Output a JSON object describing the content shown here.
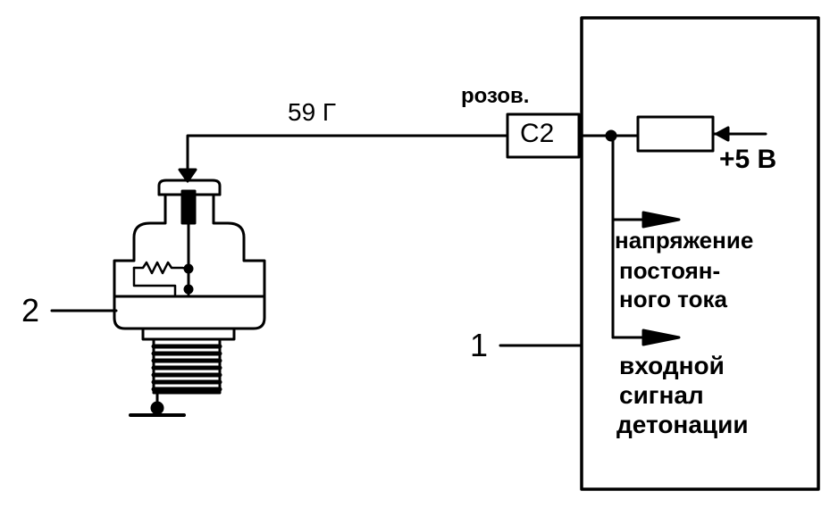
{
  "labels": {
    "wire_code": "59 Г",
    "wire_color": "розов.",
    "connector": "С2",
    "supply": "+5 В",
    "dc_voltage": [
      "напряжение",
      "постоян-",
      "ного тока"
    ],
    "knock_input": [
      "входной",
      "сигнал",
      "детонации"
    ],
    "callout_1": "1",
    "callout_2": "2"
  }
}
